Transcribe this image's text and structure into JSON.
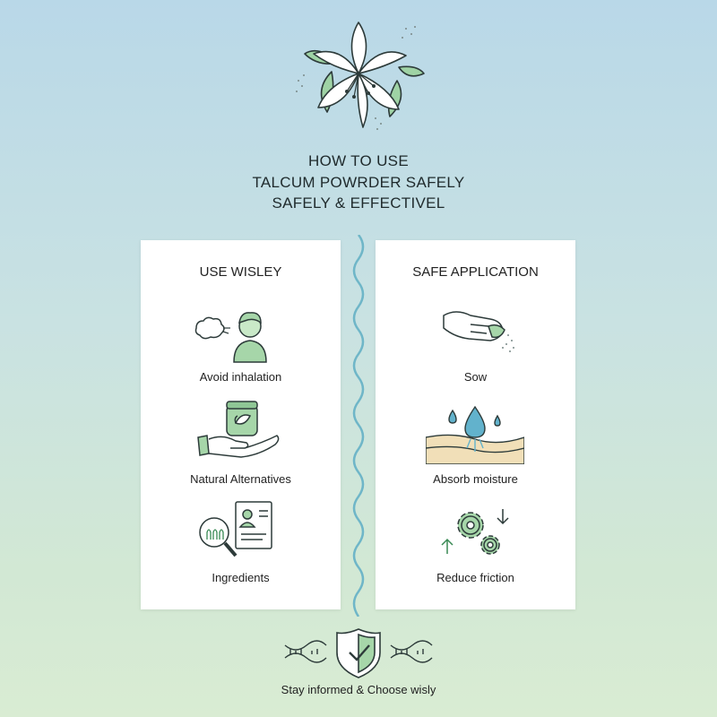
{
  "header": {
    "title_line1": "HOW TO USE",
    "title_line2": "TALCUM POWRDER SAFELY",
    "title_line3": "SAFELY & EFFECTIVEL",
    "logo_icon": "lily-flower-icon"
  },
  "left_card": {
    "title": "USE WISLEY",
    "items": [
      {
        "label": "Avoid inhalation",
        "icon": "person-exhale-icon"
      },
      {
        "label": "Natural Alternatives",
        "icon": "hand-jar-icon"
      },
      {
        "label": "Ingredients",
        "icon": "magnifier-document-icon"
      }
    ]
  },
  "right_card": {
    "title": "SAFE APPLICATION",
    "items": [
      {
        "label": "Sow",
        "icon": "hand-powder-icon"
      },
      {
        "label": "Absorb moisture",
        "icon": "water-drop-skin-icon"
      },
      {
        "label": "Reduce friction",
        "icon": "gears-arrows-icon"
      }
    ]
  },
  "footer": {
    "text": "Stay informed & Choose wisly",
    "icons": [
      "dna-icon",
      "shield-check-icon",
      "dna-icon"
    ]
  },
  "colors": {
    "accent_green": "#7fbf8a",
    "accent_blue": "#62b2cc",
    "divider": "#6fb6c8"
  }
}
